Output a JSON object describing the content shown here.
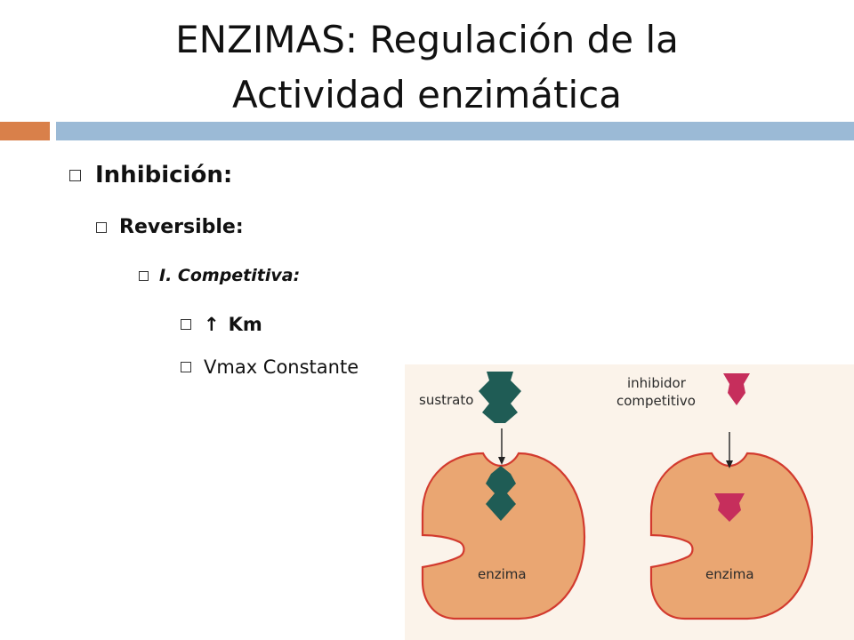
{
  "slide": {
    "title_line1": "ENZIMAS: Regulación de la",
    "title_line2": "Actividad enzimática"
  },
  "accents": {
    "orange": "#d9804a",
    "blue": "#9bbad6"
  },
  "bullets": {
    "level1": "Inhibición:",
    "level2": "Reversible:",
    "level3": "I. Competitiva:",
    "level4_arrow": "↑",
    "level4_text": "Km",
    "level4b_text": "Vmax Constante"
  },
  "figure": {
    "left_label": "sustrato",
    "left_enzyme": "enzima",
    "right_label_line1": "inhibidor",
    "right_label_line2": "competitivo",
    "right_enzyme": "enzima",
    "colors": {
      "enzyme_fill": "#eaa672",
      "enzyme_stroke": "#d23a2e",
      "substrate": "#1f5c55",
      "inhibitor": "#c62e5c",
      "background": "#fbf3ea"
    }
  }
}
